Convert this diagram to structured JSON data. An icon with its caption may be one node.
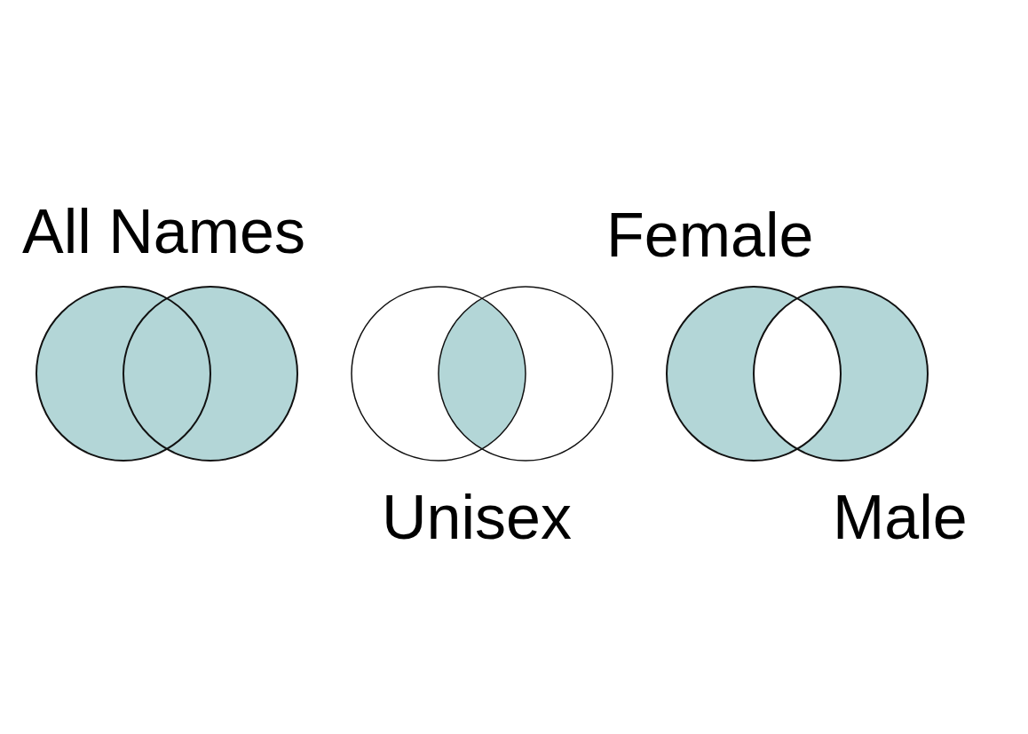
{
  "diagram": {
    "labels": [
      "All Names",
      "Female",
      "Unisex",
      "Male"
    ]
  }
}
